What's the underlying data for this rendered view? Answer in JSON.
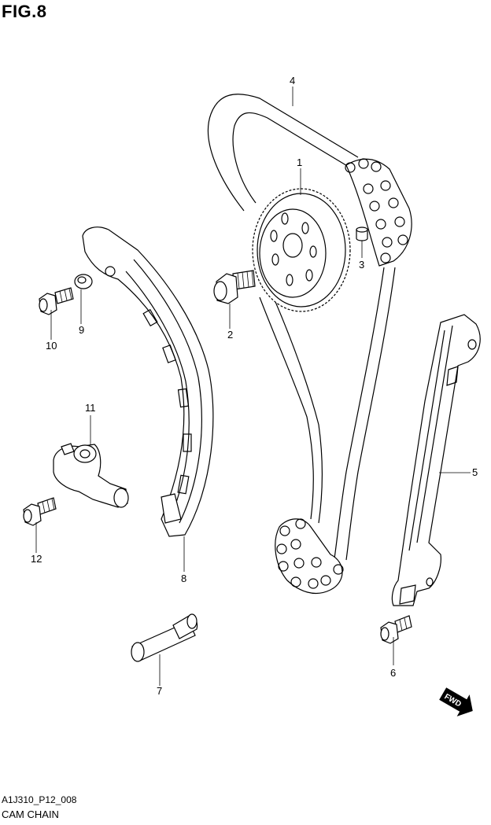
{
  "figure": {
    "title": "FIG.8",
    "code": "A1J310_P12_008",
    "caption": "CAM CHAIN",
    "fwd_label": "FWD"
  },
  "callouts": [
    {
      "number": "1",
      "part": "cam-sprocket"
    },
    {
      "number": "2",
      "part": "sprocket-bolt"
    },
    {
      "number": "3",
      "part": "dowel-pin"
    },
    {
      "number": "4",
      "part": "cam-chain"
    },
    {
      "number": "5",
      "part": "chain-guide"
    },
    {
      "number": "6",
      "part": "guide-bolt"
    },
    {
      "number": "7",
      "part": "tensioner-pin"
    },
    {
      "number": "8",
      "part": "chain-tensioner-guide"
    },
    {
      "number": "9",
      "part": "washer"
    },
    {
      "number": "10",
      "part": "tensioner-guide-bolt"
    },
    {
      "number": "11",
      "part": "chain-tensioner"
    },
    {
      "number": "12",
      "part": "tensioner-bolt"
    }
  ]
}
